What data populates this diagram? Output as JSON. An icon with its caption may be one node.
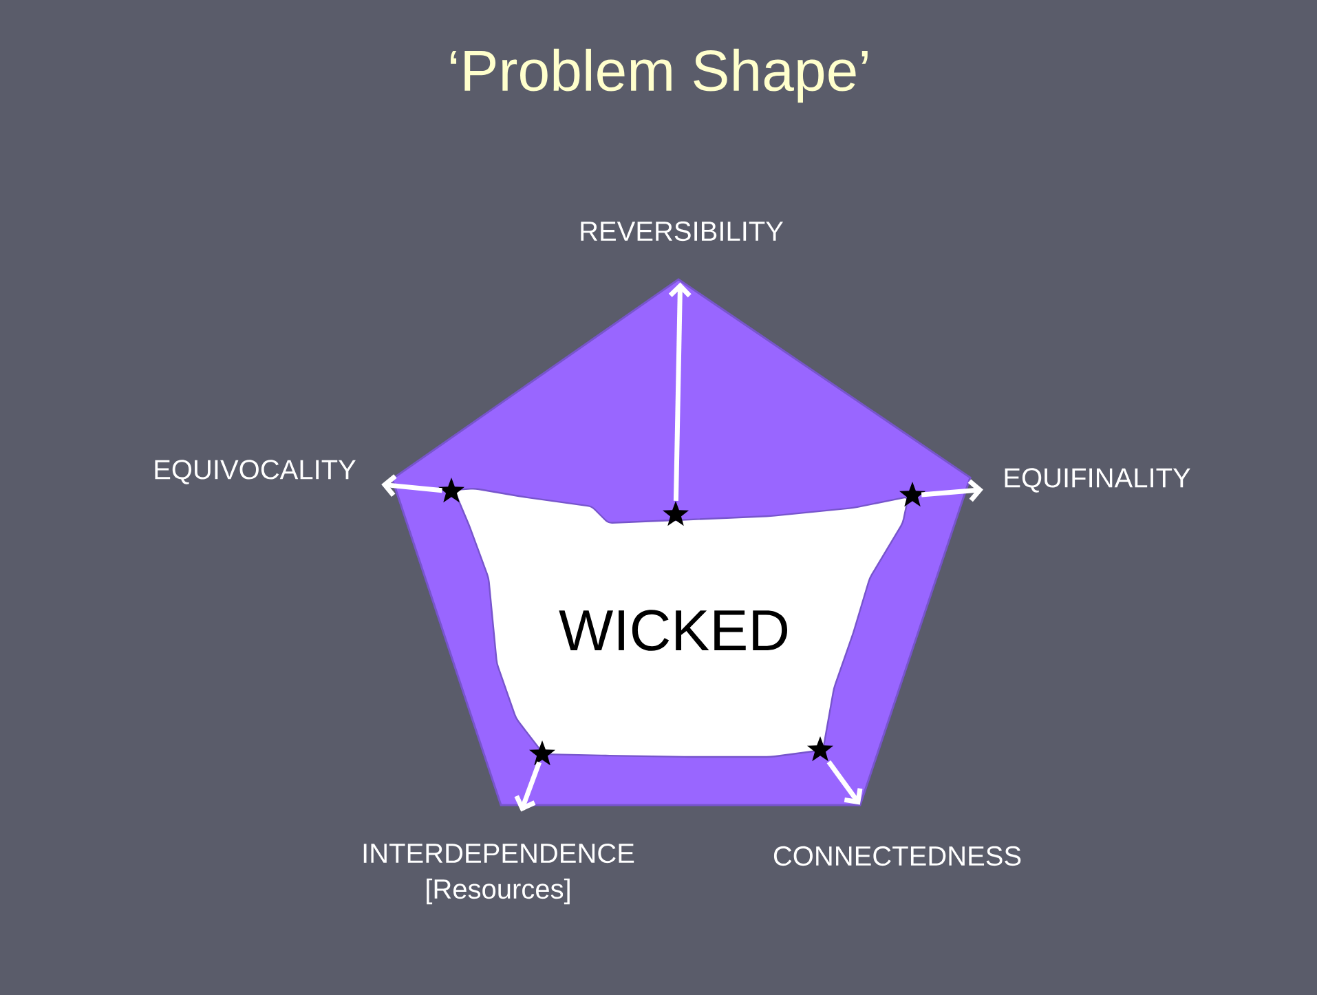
{
  "diagram": {
    "title": "‘Problem Shape’",
    "nodes": [
      {
        "text": [],
        "shape": "pentagon"
      },
      {
        "text": [
          "WICKED"
        ],
        "in": 0
      },
      {
        "text": [],
        "shape": "star",
        "in": 0
      },
      {
        "text": [],
        "shape": "star",
        "in": 0
      },
      {
        "text": [],
        "shape": "star",
        "in": 0
      },
      {
        "text": [],
        "shape": "star",
        "in": 0
      },
      {
        "text": [],
        "shape": "star",
        "in": 0
      },
      {
        "text": [
          "REVERSIBILITY"
        ]
      },
      {
        "text": [
          "EQUIVOCALITY"
        ]
      },
      {
        "text": [
          "EQUIFINALITY"
        ]
      },
      {
        "text": [
          "INTERDEPENDENCE [Resources]"
        ]
      },
      {
        "text": [
          "CONNECTEDNESS"
        ]
      }
    ],
    "edges": [
      {
        "from": 2,
        "to": 7,
        "arrow": "to"
      },
      {
        "from": 3,
        "to": 8,
        "arrow": "to"
      },
      {
        "from": 4,
        "to": 9,
        "arrow": "to"
      },
      {
        "from": 5,
        "to": 10,
        "arrow": "to"
      },
      {
        "from": 6,
        "to": 11,
        "arrow": "to"
      }
    ]
  }
}
